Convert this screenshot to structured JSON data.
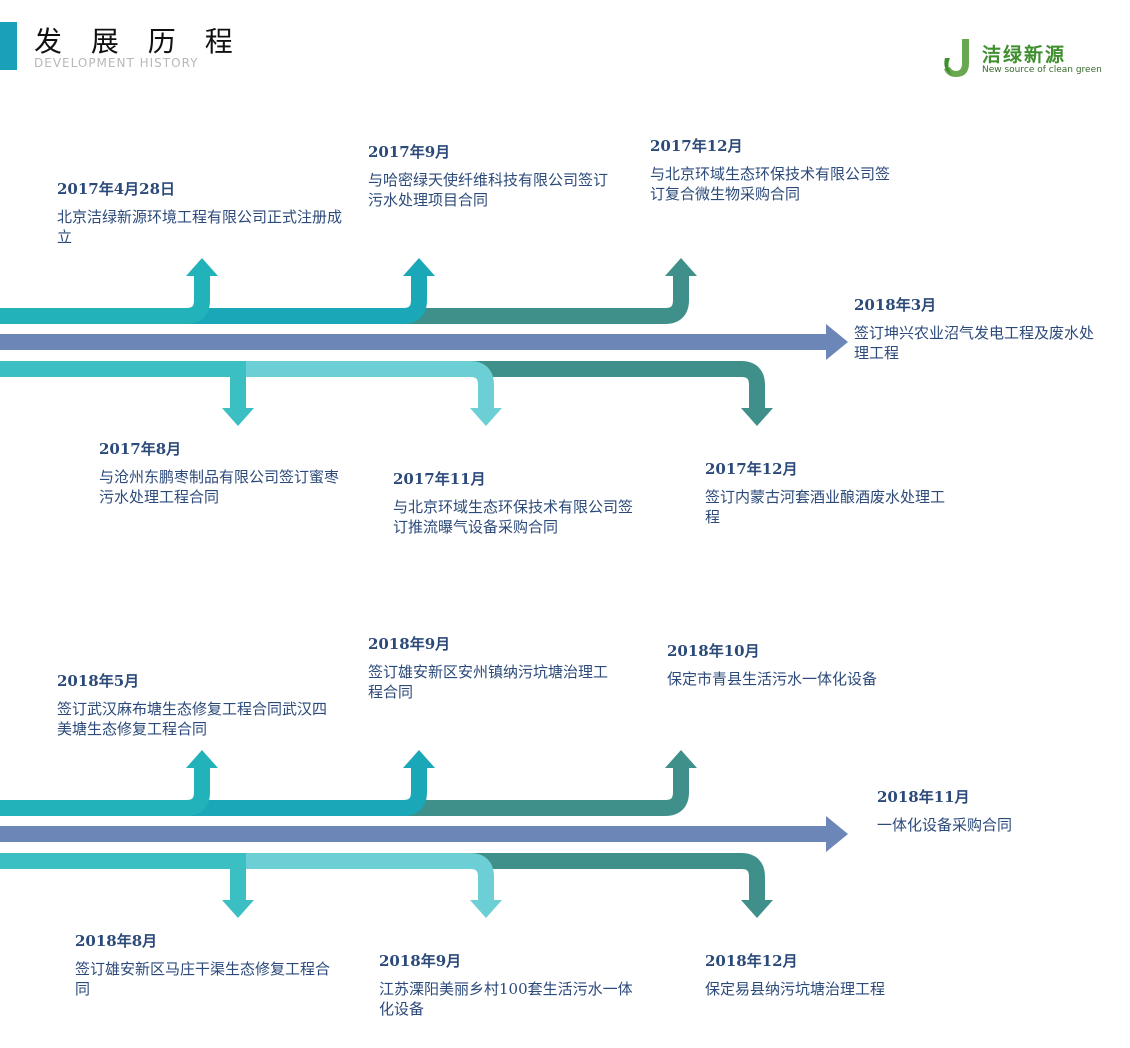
{
  "header": {
    "title_cn": "发 展 历 程",
    "title_en": "DEVELOPMENT HISTORY"
  },
  "logo": {
    "name_cn": "洁绿新源",
    "slogan_en": "New source of clean green"
  },
  "colors": {
    "teal": "#18aab9",
    "teal_dark": "#3f8f8b",
    "teal_light": "#6ccfd6",
    "blue": "#6d86b8",
    "accent": "#1aa0b8",
    "text": "#2b4a7a"
  },
  "timeline_2017": {
    "events": [
      {
        "date": "2017年4月28日",
        "desc": "北京洁绿新源环境工程有限公司正式注册成立"
      },
      {
        "date": "2017年9月",
        "desc": "与哈密绿天使纤维科技有限公司签订污水处理项目合同"
      },
      {
        "date": "2017年12月",
        "desc": "与北京环域生态环保技术有限公司签订复合微生物采购合同"
      },
      {
        "date": "2018年3月",
        "desc": "签订坤兴农业沼气发电工程及废水处理工程"
      },
      {
        "date": "2017年8月",
        "desc": "与沧州东鹏枣制品有限公司签订蜜枣污水处理工程合同"
      },
      {
        "date": "2017年11月",
        "desc": "与北京环域生态环保技术有限公司签订推流曝气设备采购合同"
      },
      {
        "date": "2017年12月",
        "desc": "签订内蒙古河套酒业酿酒废水处理工程"
      }
    ]
  },
  "timeline_2018": {
    "events": [
      {
        "date": "2018年5月",
        "desc": "签订武汉麻布塘生态修复工程合同武汉四美塘生态修复工程合同"
      },
      {
        "date": "2018年9月",
        "desc": "签订雄安新区安州镇纳污坑塘治理工程合同"
      },
      {
        "date": "2018年10月",
        "desc": "保定市青县生活污水一体化设备"
      },
      {
        "date": "2018年11月",
        "desc": "一体化设备采购合同"
      },
      {
        "date": "2018年8月",
        "desc": "签订雄安新区马庄干渠生态修复工程合同"
      },
      {
        "date": "2018年9月",
        "desc": "江苏溧阳美丽乡村100套生活污水一体化设备"
      },
      {
        "date": "2018年12月",
        "desc": "保定易县纳污坑塘治理工程"
      }
    ]
  }
}
